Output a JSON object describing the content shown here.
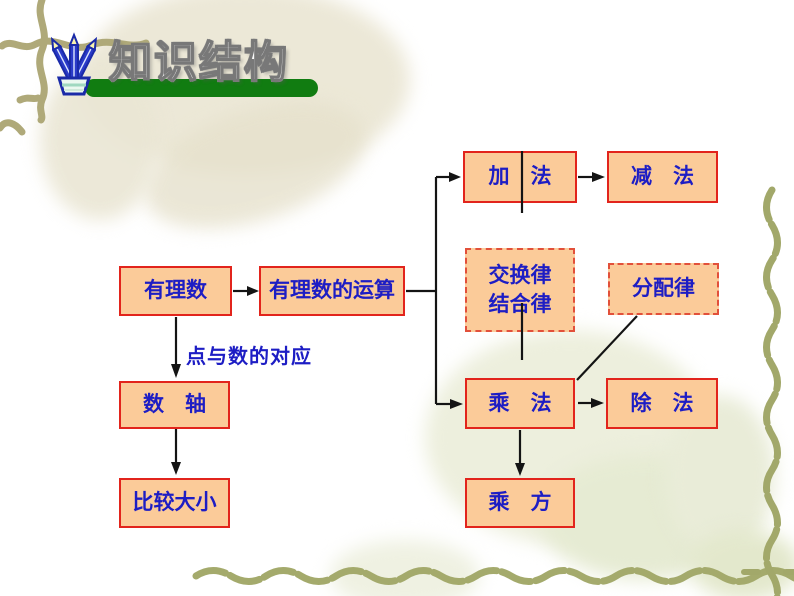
{
  "slide": {
    "title": "知识结构",
    "title_style": "outlined-hollow-characters",
    "accent_bar_color": "#117C11",
    "background_color": "#FFFFFF",
    "ornament_color": "#A6AB70",
    "icons": [
      "pencils-in-cup-icon",
      "brush-squiggle-ornament",
      "wave-chain-ornament",
      "pale-leaf-watermark"
    ]
  },
  "diagram": {
    "type": "flowchart",
    "node_fill": "#FBCB99",
    "node_border_color": "#E2241C",
    "dashed_node_border_color": "#E2503A",
    "node_text_color": "#1D1DC4",
    "connector_color": "#141414",
    "nodes": [
      {
        "id": "rational-numbers",
        "label": "有理数",
        "style": "solid"
      },
      {
        "id": "rational-operations",
        "label": "有理数的运算",
        "style": "solid"
      },
      {
        "id": "addition",
        "label": "加　法",
        "style": "solid"
      },
      {
        "id": "subtraction",
        "label": "减　法",
        "style": "solid"
      },
      {
        "id": "commutative-associative-laws",
        "label": "交换律",
        "label2": "结合律",
        "style": "dashed"
      },
      {
        "id": "distributive-law",
        "label": "分配律",
        "style": "dashed"
      },
      {
        "id": "multiplication",
        "label": "乘　法",
        "style": "solid"
      },
      {
        "id": "division",
        "label": "除　法",
        "style": "solid"
      },
      {
        "id": "power",
        "label": "乘　方",
        "style": "solid"
      },
      {
        "id": "number-line",
        "label": "数　轴",
        "style": "solid"
      },
      {
        "id": "compare-size",
        "label": "比较大小",
        "style": "solid"
      }
    ],
    "edge_label": "点与数的对应",
    "edges": [
      {
        "from": "有理数",
        "to": "有理数的运算",
        "style": "arrow"
      },
      {
        "from": "有理数",
        "to": "数轴",
        "style": "arrow",
        "label": "点与数的对应"
      },
      {
        "from": "数轴",
        "to": "比较大小",
        "style": "arrow"
      },
      {
        "from": "有理数的运算",
        "to": "加法",
        "style": "arrow"
      },
      {
        "from": "有理数的运算",
        "to": "乘法",
        "style": "arrow"
      },
      {
        "from": "加法",
        "to": "减法",
        "style": "arrow"
      },
      {
        "from": "乘法",
        "to": "除法",
        "style": "arrow"
      },
      {
        "from": "乘法",
        "to": "乘方",
        "style": "arrow"
      },
      {
        "from": "加法",
        "to": "交换律结合律",
        "style": "line"
      },
      {
        "from": "交换律结合律",
        "to": "乘法",
        "style": "line"
      },
      {
        "from": "分配律",
        "to": "乘法",
        "style": "line"
      }
    ]
  }
}
